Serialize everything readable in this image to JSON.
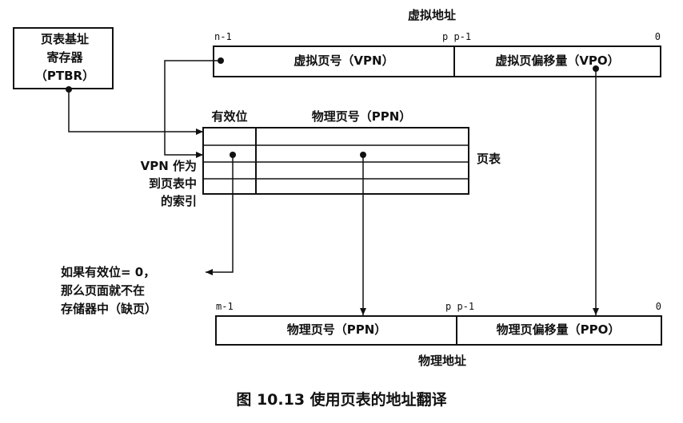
{
  "virtual_address": {
    "title": "虚拟地址",
    "bit_high": "n-1",
    "bit_mid": "p p-1",
    "bit_low": "0",
    "vpn_label": "虚拟页号（VPN）",
    "vpo_label": "虚拟页偏移量（VPO）"
  },
  "ptbr": {
    "line1": "页表基址",
    "line2": "寄存器",
    "line3": "（PTBR）"
  },
  "page_table": {
    "valid_header": "有效位",
    "ppn_header": "物理页号（PPN）",
    "side_label": "页表"
  },
  "vpn_index": {
    "line1": "VPN 作为",
    "line2": "到页表中",
    "line3": "的索引"
  },
  "valid_note": {
    "line1": "如果有效位= 0，",
    "line2": "那么页面就不在",
    "line3": "存储器中（缺页）"
  },
  "physical_address": {
    "title": "物理地址",
    "bit_high": "m-1",
    "bit_mid": "p p-1",
    "bit_low": "0",
    "ppn_label": "物理页号（PPN）",
    "ppo_label": "物理页偏移量（PPO）"
  },
  "caption": "图 10.13   使用页表的地址翻译"
}
